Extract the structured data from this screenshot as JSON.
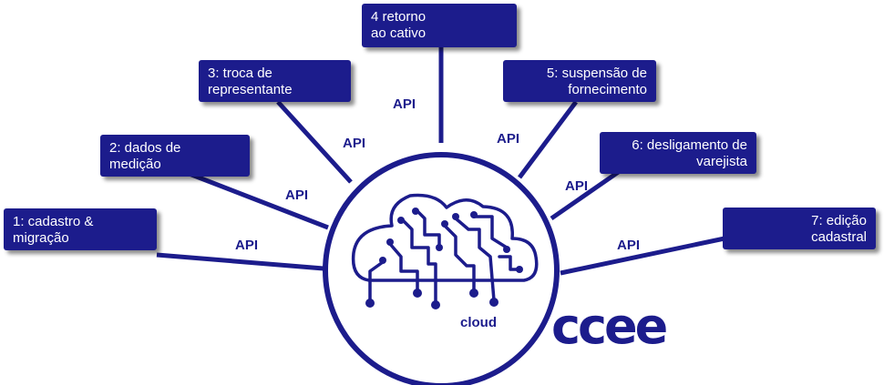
{
  "colors": {
    "primary": "#1c1c8c",
    "box_text": "#ffffff",
    "background": "#ffffff"
  },
  "services": [
    {
      "l1": "1: cadastro &",
      "l2": "migração"
    },
    {
      "l1": "2: dados de",
      "l2": "medição"
    },
    {
      "l1": "3: troca de",
      "l2": "representante"
    },
    {
      "l1": "4 retorno",
      "l2": "ao cativo"
    },
    {
      "l1": "5: suspensão de",
      "l2": "fornecimento"
    },
    {
      "l1": "6: desligamento de",
      "l2": "varejista"
    },
    {
      "l1": "7: edição",
      "l2": "cadastral"
    }
  ],
  "api_label": "API",
  "hub": {
    "label": "cloud",
    "icon": "circuit-cloud-icon"
  },
  "logo": {
    "text": "ccee"
  }
}
